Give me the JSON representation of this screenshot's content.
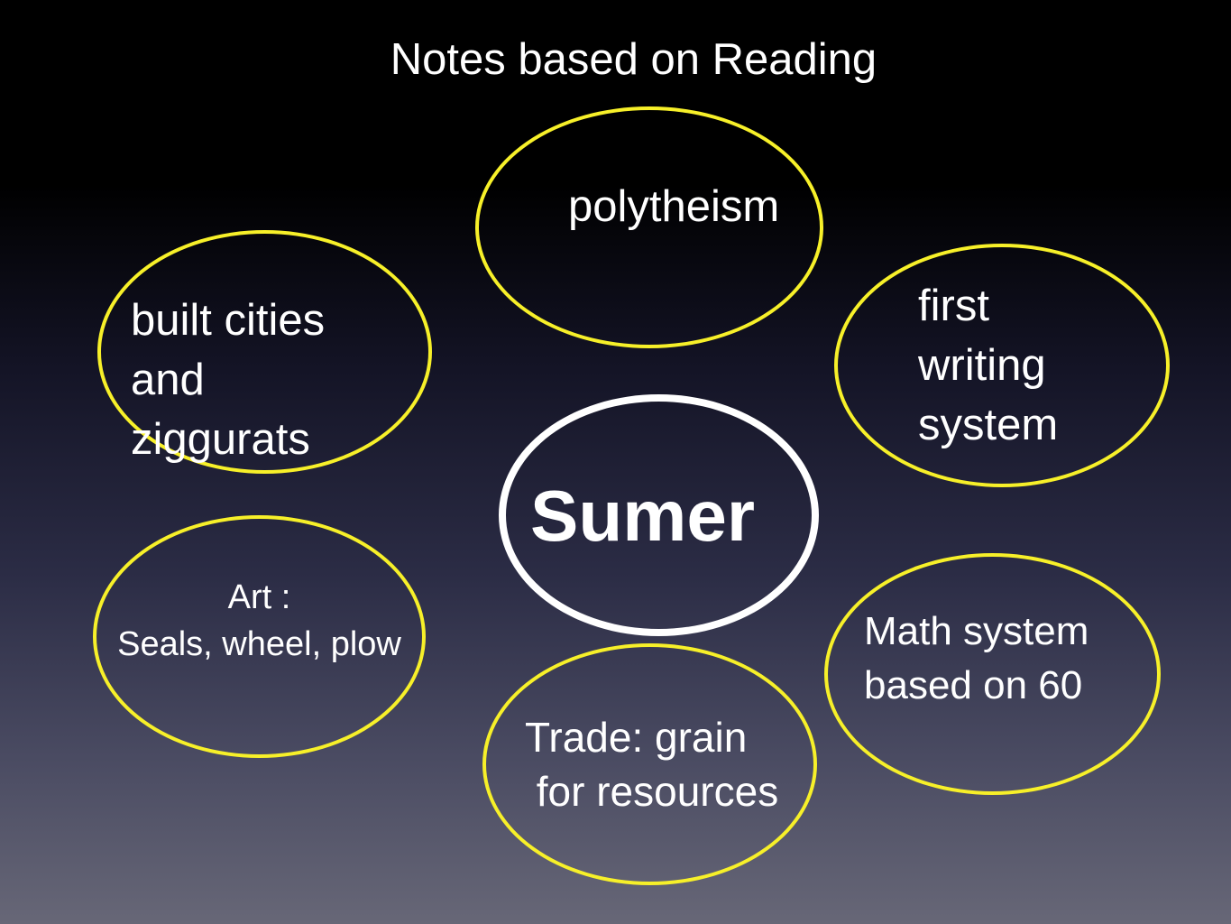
{
  "slide": {
    "title": "Notes based on Reading",
    "center": "Sumer",
    "nodes": {
      "polytheism": "polytheism",
      "cities": "built cities\nand\nziggurats",
      "writing": "first\nwriting\nsystem",
      "art": "Art :\nSeals, wheel, plow",
      "math": "Math system\nbased on 60",
      "trade": "Trade: grain\n for resources"
    },
    "colors": {
      "bubble_outline": "#f7f029",
      "center_outline": "#ffffff",
      "text": "#ffffff",
      "background_top": "#000000",
      "background_bottom": "#676777"
    }
  }
}
